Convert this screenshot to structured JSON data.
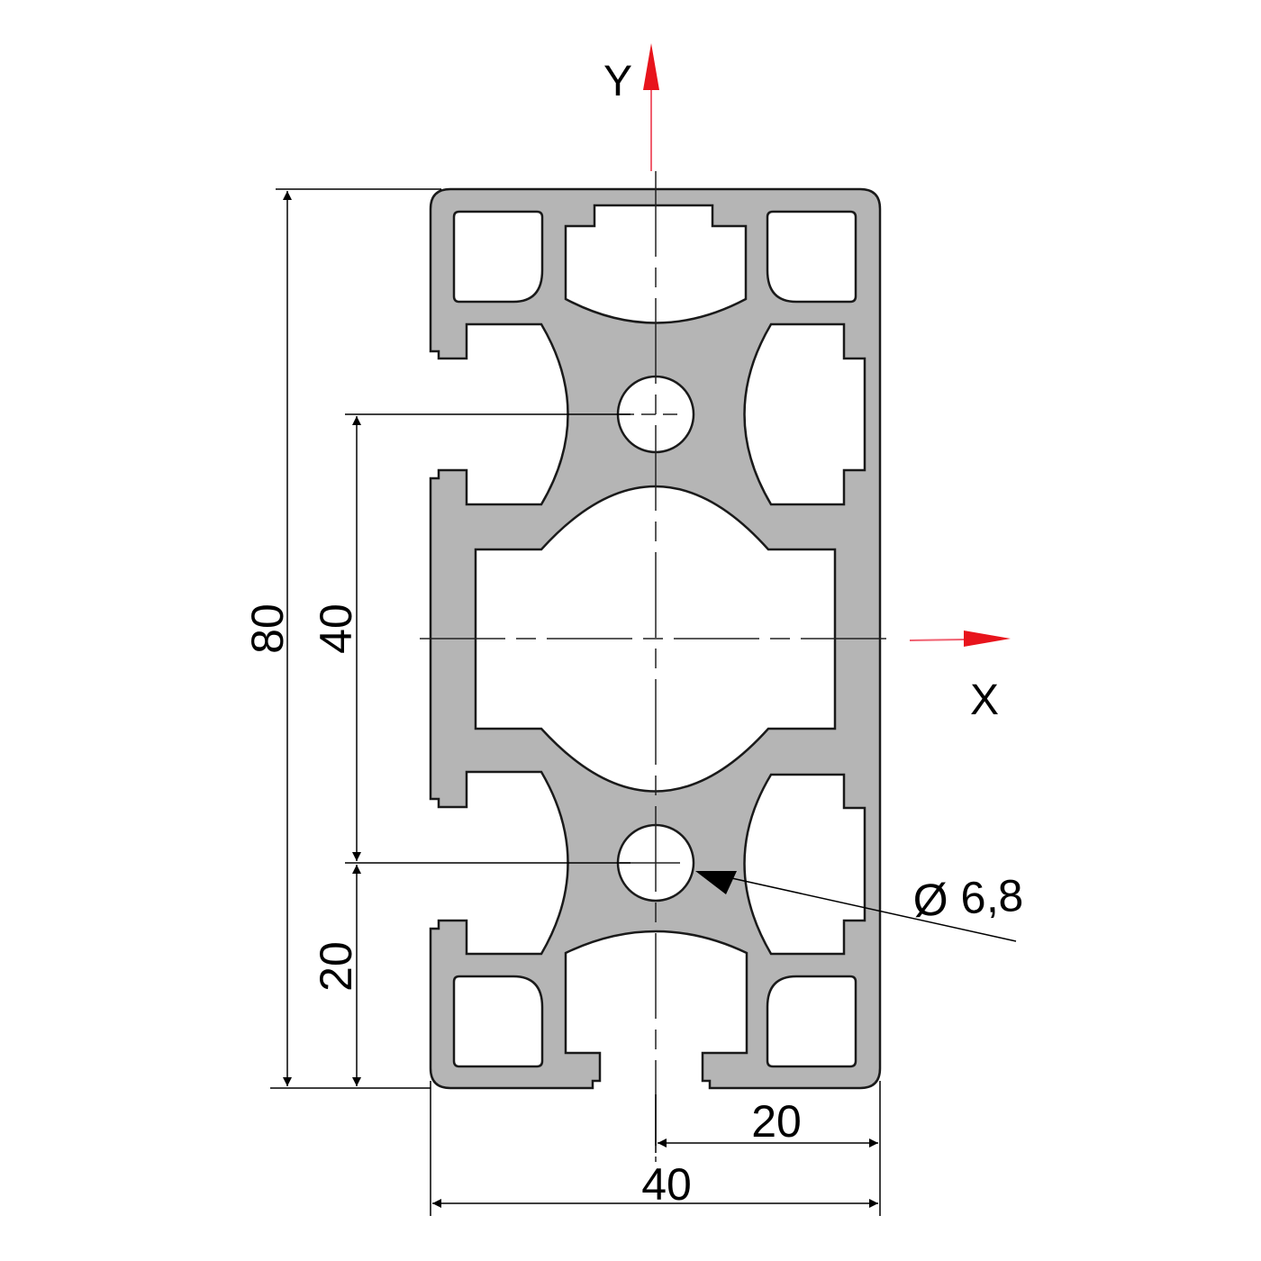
{
  "drawing": {
    "type": "aluminium-profile-cross-section",
    "profile_fill": "#b5b5b5",
    "outline_color": "#1a1a1a",
    "axis_color": "#e8141c"
  },
  "axes": {
    "y_label": "Y",
    "x_label": "X"
  },
  "dimensions": {
    "height_total": "80",
    "hole_spacing": "40",
    "hole_offset_bottom": "20",
    "width_total": "40",
    "half_width": "20",
    "hole_diameter": "Ø 6,8"
  }
}
